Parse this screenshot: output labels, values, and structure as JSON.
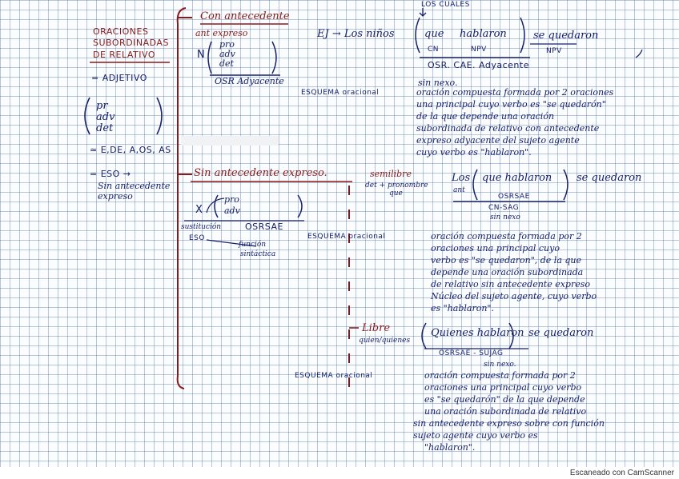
{
  "left": {
    "title": [
      "ORACIONES",
      "SUBORDINADAS",
      "DE RELATIVO"
    ],
    "adjective": "= ADJETIVO",
    "paren_items": [
      "pr",
      "adv",
      "det"
    ],
    "approx": "≃ E,DE, A,OS, AS",
    "eso": "= ESO →",
    "sin_ant": [
      "Sin antecedente",
      "expreso"
    ]
  },
  "top": {
    "con_title": "Con antecedente",
    "ant_label": "ant expreso",
    "n_label": "N",
    "n_items": [
      "pro",
      "adv",
      "det"
    ],
    "osr": "OSR Adyacente",
    "cuales": "LOS CUALES",
    "ej": "EJ → Los niños",
    "que": "que",
    "hablaron": "hablaron",
    "se_quedaron": "se quedaron",
    "cn": "CN",
    "npv1": "NPV",
    "npv2": "NPV",
    "osr_line": "OSR. CAE. Adyacente",
    "sin_nexo": "sin nexo.",
    "esquema": "ESQUEMA oracional",
    "desc": [
      "oración compuesta formada por 2 oraciones",
      "una principal cuyo verbo es \"se quedarón\"",
      "de la que depende una oración",
      "subordinada de relativo con antecedente",
      "expreso adyacente del sujeto agente",
      "cuyo verbo es \"hablaron\"."
    ]
  },
  "mid": {
    "sin_title": "Sin antecedente expreso.",
    "semilibre": "semilibre",
    "semilibre_sub": [
      "det + pronombre",
      "que"
    ],
    "los": "Los",
    "ant": "ant",
    "que_hablaron": "que hablaron",
    "se_quedaron": "se quedaron",
    "osrsae": "OSRSAE",
    "cn_sag": "CN-SAG",
    "sin_nexo": "sin nexo",
    "x": "X",
    "x_items": [
      "pro",
      "adv"
    ],
    "sust": "sustitución",
    "osrsae2": "OSRSAE",
    "eso": "ESO",
    "funcion": [
      "función",
      "sintáctica"
    ],
    "esquema": "ESQUEMA oracional",
    "desc": [
      "oración compuesta formada por 2",
      "oraciones una principal cuyo",
      "verbo es \"se quedaron\", de la que",
      "depende una oración subordinada",
      "de relativo sin antecedente expreso",
      "Núcleo del sujeto agente, cuyo verbo",
      "es \"hablaron\"."
    ]
  },
  "bot": {
    "libre": "Libre",
    "libre_sub": "quien/quienes",
    "quienes": "Quienes hablaron",
    "se_quedaron": "se quedaron",
    "osrsae": "OSRSAE - SUJAG",
    "sin_nexo": "sin nexo.",
    "esquema": "ESQUEMA oracional",
    "desc": [
      "oración compuesta formada por 2",
      "oraciones una principal cuyo verbo",
      "es \"se quedarón\" de la que depende",
      "una oración subordinada de relativo",
      "sin antecedente expreso sobre con función",
      "sujeto agente cuyo verbo es",
      "\"hablaron\"."
    ]
  },
  "footer": "Escaneado con CamScanner",
  "colors": {
    "ink": "#15206e",
    "red_ink": "#8a1a1a",
    "grid": "#7ea0c8"
  }
}
